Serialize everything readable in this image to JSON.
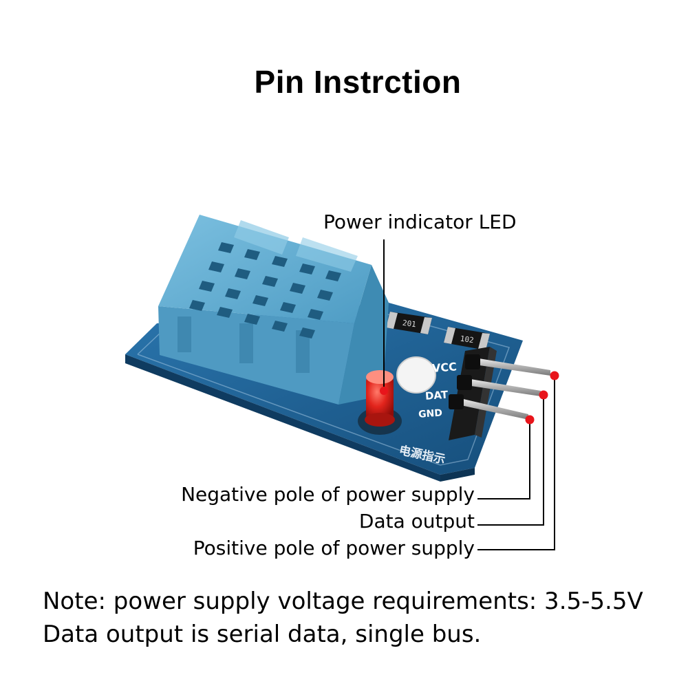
{
  "title": "Pin Instrction",
  "labels": {
    "led": "Power indicator LED",
    "negative": "Negative pole of power supply",
    "data": "Data output",
    "positive": "Positive pole of power supply"
  },
  "board_silkscreen": {
    "resistor_1": "201",
    "resistor_2": "102",
    "vcc": "VCC",
    "dat": "DAT",
    "gnd": "GND",
    "chinese": "电源指示"
  },
  "note": {
    "line1": "Note: power supply voltage requirements: 3.5-5.5V",
    "line2": "Data output is serial data, single bus."
  },
  "colors": {
    "sensor_blue": "#5fa9cf",
    "pcb_blue": "#1c5f92",
    "led_red": "#e0201c",
    "marker_red": "#e8151b",
    "pin_black": "#1a1a1a"
  }
}
